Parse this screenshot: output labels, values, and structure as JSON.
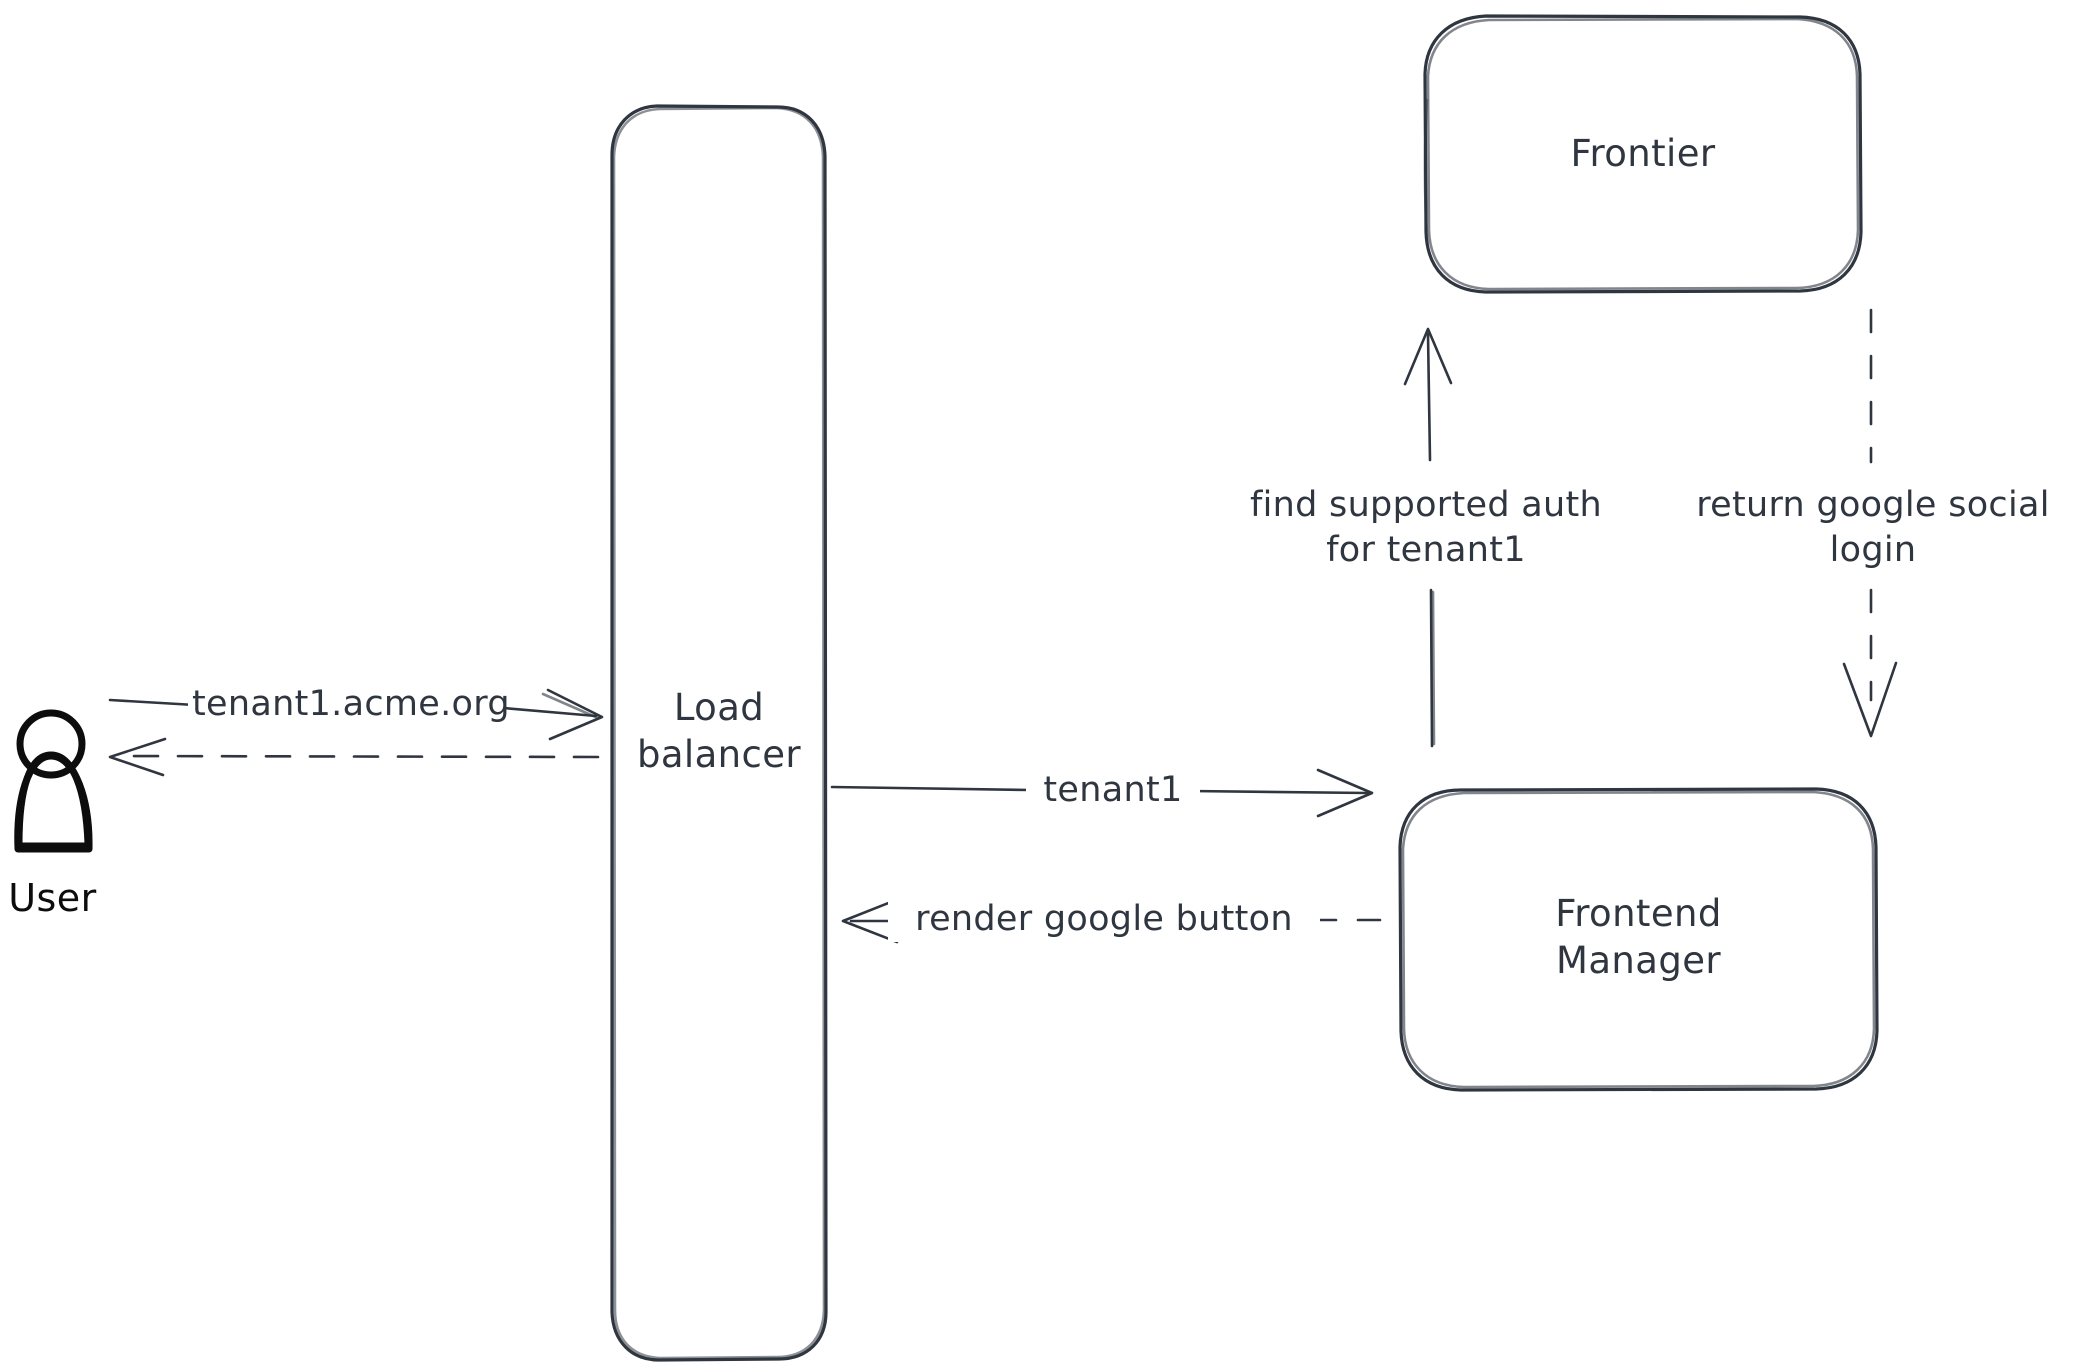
{
  "diagram": {
    "kind": "sketch-architecture-diagram",
    "background_color": "#ffffff",
    "stroke_color": "#2f3640",
    "actor_stroke_color": "#0d0d0d",
    "actor_hatch_color": "#aebbcc",
    "nodes": {
      "user": {
        "label": "User",
        "shape": "actor-person"
      },
      "load_balancer": {
        "label": "Load\nbalancer",
        "shape": "rounded-rectangle-tall"
      },
      "frontier": {
        "label": "Frontier",
        "shape": "rounded-rectangle"
      },
      "frontend_manager": {
        "label": "Frontend\nManager",
        "shape": "rounded-rectangle"
      }
    },
    "edges": {
      "user_to_lb": {
        "label": "tenant1.acme.org",
        "style": "solid",
        "direction": "right",
        "from": "user",
        "to": "load_balancer"
      },
      "lb_to_user": {
        "label": "",
        "style": "dashed",
        "direction": "left",
        "from": "load_balancer",
        "to": "user"
      },
      "lb_to_fm": {
        "label": "tenant1",
        "style": "solid",
        "direction": "right",
        "from": "load_balancer",
        "to": "frontend_manager"
      },
      "fm_to_lb": {
        "label": "render google button",
        "style": "dashed",
        "direction": "left",
        "from": "frontend_manager",
        "to": "load_balancer"
      },
      "fm_to_frontier": {
        "label": "find supported auth\nfor tenant1",
        "style": "solid",
        "direction": "up",
        "from": "frontend_manager",
        "to": "frontier"
      },
      "frontier_to_fm": {
        "label": "return google social\nlogin",
        "style": "dashed",
        "direction": "down",
        "from": "frontier",
        "to": "frontend_manager"
      }
    }
  }
}
